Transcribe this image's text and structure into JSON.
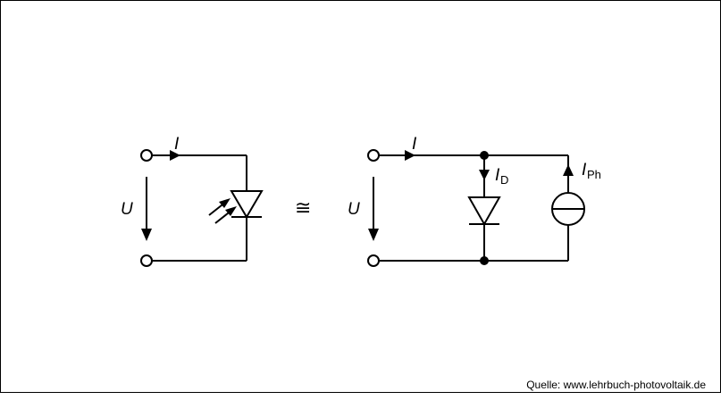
{
  "labels": {
    "left_current": "I",
    "left_voltage": "U",
    "equivalence_symbol": "≅",
    "right_current": "I",
    "right_voltage": "U",
    "diode_current": "I",
    "diode_current_sub": "D",
    "photo_current": "I",
    "photo_current_sub": "Ph"
  },
  "source_text": "Quelle: www.lehrbuch-photovoltaik.de",
  "colors": {
    "line": "#000000",
    "background": "#ffffff"
  }
}
